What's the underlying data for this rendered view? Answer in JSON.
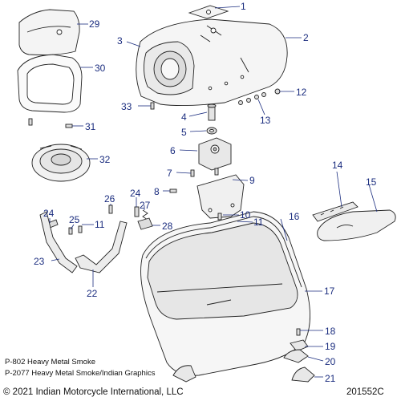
{
  "diagram": {
    "callouts": [
      {
        "id": "c1",
        "label": "1"
      },
      {
        "id": "c2",
        "label": "2"
      },
      {
        "id": "c3",
        "label": "3"
      },
      {
        "id": "c4",
        "label": "4"
      },
      {
        "id": "c5",
        "label": "5"
      },
      {
        "id": "c6",
        "label": "6"
      },
      {
        "id": "c7",
        "label": "7"
      },
      {
        "id": "c8",
        "label": "8"
      },
      {
        "id": "c9",
        "label": "9"
      },
      {
        "id": "c10",
        "label": "10"
      },
      {
        "id": "c11a",
        "label": "11"
      },
      {
        "id": "c11b",
        "label": "11"
      },
      {
        "id": "c12",
        "label": "12"
      },
      {
        "id": "c13",
        "label": "13"
      },
      {
        "id": "c14",
        "label": "14"
      },
      {
        "id": "c15",
        "label": "15"
      },
      {
        "id": "c16",
        "label": "16"
      },
      {
        "id": "c17",
        "label": "17"
      },
      {
        "id": "c18",
        "label": "18"
      },
      {
        "id": "c19",
        "label": "19"
      },
      {
        "id": "c20",
        "label": "20"
      },
      {
        "id": "c21",
        "label": "21"
      },
      {
        "id": "c22",
        "label": "22"
      },
      {
        "id": "c23",
        "label": "23"
      },
      {
        "id": "c24a",
        "label": "24"
      },
      {
        "id": "c24b",
        "label": "24"
      },
      {
        "id": "c25",
        "label": "25"
      },
      {
        "id": "c26",
        "label": "26"
      },
      {
        "id": "c27",
        "label": "27"
      },
      {
        "id": "c28",
        "label": "28"
      },
      {
        "id": "c29",
        "label": "29"
      },
      {
        "id": "c30",
        "label": "30"
      },
      {
        "id": "c31",
        "label": "31"
      },
      {
        "id": "c32",
        "label": "32"
      },
      {
        "id": "c33",
        "label": "33"
      }
    ],
    "callout_color": "#1b2d7f",
    "line_color": "#222222"
  },
  "legend": {
    "line1": "P-802 Heavy Metal Smoke",
    "line2": "P-2077 Heavy Metal Smoke/Indian Graphics"
  },
  "footer": {
    "copyright": "© 2021 Indian Motorcycle International, LLC",
    "diagram_id": "201552C"
  }
}
